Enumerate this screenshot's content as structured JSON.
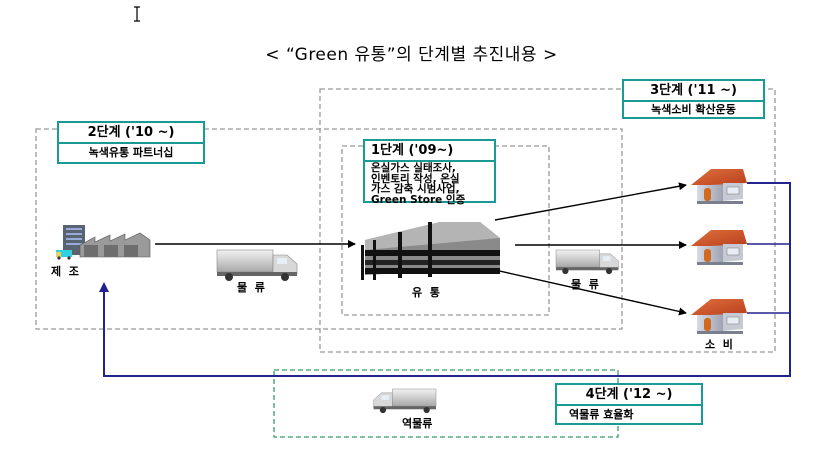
{
  "title": "< “Green 유통”의 단계별 추진내용 >",
  "cursor": {
    "icon": "text-cursor-icon"
  },
  "stages": [
    {
      "id": "stage1",
      "header": "1단계 ('09~)",
      "body_lines": [
        "온실가스 실태조사,",
        "인벤토리 작성, 온실",
        "가스 감축 시범사업,",
        "Green Store 인증"
      ]
    },
    {
      "id": "stage2",
      "header": "2단계 ('10 ~)",
      "body_lines": [
        "녹색유통 파트너십"
      ]
    },
    {
      "id": "stage3",
      "header": "3단계 ('11 ~)",
      "body_lines": [
        "녹색소비 확산운동"
      ]
    },
    {
      "id": "stage4",
      "header": "4단계 ('12 ~)",
      "body_lines": [
        "역물류 효율화"
      ]
    }
  ],
  "nodes": {
    "manufacturing": {
      "label": "제  조",
      "icon": "factory-icon"
    },
    "logistics_1": {
      "label": "물  류",
      "icon": "truck-icon"
    },
    "distribution": {
      "label": "유  통",
      "icon": "warehouse-building-icon"
    },
    "logistics_2": {
      "label": "물  류",
      "icon": "truck-icon"
    },
    "consumption": {
      "label": "소  비",
      "icon": "house-icon",
      "house_count": 3
    },
    "reverse_logistics": {
      "label": "역물류",
      "icon": "truck-icon"
    }
  },
  "colors": {
    "stage_border": "#1a9a94",
    "dashed_gray": "#999999",
    "dashed_green": "#3a9a6a",
    "return_line": "#23238f",
    "arrow": "#000000",
    "roof": "#c8502a",
    "house_wall": "#b8bcc8"
  }
}
